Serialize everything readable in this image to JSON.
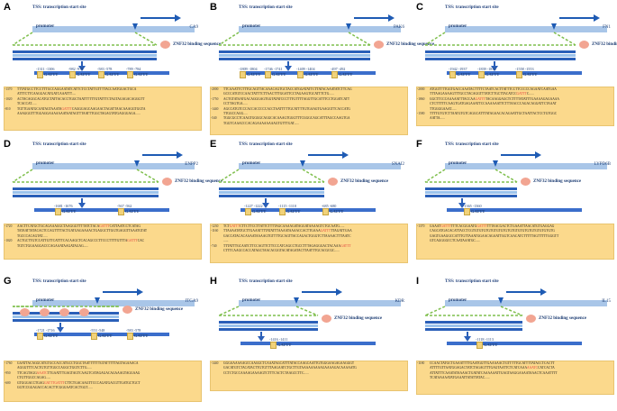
{
  "tss_title": "TSS: transcription start site",
  "promoter_label": "promoter",
  "znf_label": "ZNF32 binding sequence",
  "motif": "GATTT",
  "colors": {
    "dna_dark": "#2a5fb8",
    "dna_light": "#9cc3ec",
    "seq_box": "#fbd98c",
    "highlight": "#e23a3a",
    "znf": "#f2a592",
    "green": "#7fbf4d"
  },
  "panels": [
    {
      "label": "A",
      "gene": "CA9",
      "sites": [
        {
          "range": "-1311  -1306"
        },
        {
          "range": "-982  -978"
        },
        {
          "range": "-583  -578"
        },
        {
          "range": "-789  -784"
        }
      ],
      "seq": [
        {
          "pos": "-1370",
          "text": "TTTATGCCTTCCTTTGCCAGGAATATCATTCTCCTATTGTTTTACCAATGGACTGCA"
        },
        {
          "pos": "",
          "text": "ATTTCTTCAAGGACATGATCAAATTT....."
        },
        {
          "pos": "-1020",
          "text": "ACTACAGGCACATGCTATTACACCTGGCTAATTTTTTGTATTTCTAGTAGAGACAGGGTT"
        },
        {
          "pos": "",
          "text": "TCACCAT......"
        },
        {
          "pos": "-810",
          "text": "TGTTGAATGCAATAGTAAATAGATTTCAGGGAGCAAGAACTAGATTAACAAAGGTGGTA"
        },
        {
          "pos": "",
          "text": "AAAGGGTTTGGAGGAAAAAAATAATAGTTTAATTTGGCTAGAGTATGAGGGAGA......"
        }
      ]
    },
    {
      "label": "B",
      "gene": "PAK6",
      "sites": [
        {
          "range": "-1809  -1804"
        },
        {
          "range": "-1746  -1741"
        },
        {
          "range": "-1409  -1404"
        },
        {
          "range": "-497  -492"
        }
      ],
      "seq": [
        {
          "pos": "-2000",
          "text": "TTCAAATTCTTTGCAGTTACAAACAGTGCTACCATGGATATTCTTATACAAATATCTTCAG"
        },
        {
          "pos": "",
          "text": "GCCCATGTCCAACTATTTCTTAACTTTGGATTCCTAGAAGTGCATTTCTG......"
        },
        {
          "pos": "-1750",
          "text": "ACTGTATAATGACAGGGAGTGGTATATCCCTTTGTTTTAGGTTGCATTTCCTGGATCATT"
        },
        {
          "pos": "",
          "text": "CCTTAGTGA......"
        },
        {
          "pos": "-1440",
          "text": "AGCCATGTCCCACCACCCCCACCTAATTTTTGCATTTTGTGAAGTGAAGGTTCACCATG"
        },
        {
          "pos": "",
          "text": "TTGGCCAGG....."
        },
        {
          "pos": "-540",
          "text": "TGGCGCCTCAAGTGGGGCAGGCACAAAGTGGGTTTCGGGCAGCATTTAGCCAAGTGA"
        },
        {
          "pos": "",
          "text": "TGGTCAAACCCACAGAAAAAAAAGTGTTTGAT......"
        }
      ]
    },
    {
      "label": "C",
      "gene": "FN1",
      "sites": [
        {
          "range": "-1942  -1937"
        },
        {
          "range": "-1839  -1834"
        },
        {
          "range": "-1558  -1553"
        }
      ],
      "seq": [
        {
          "pos": "-2000",
          "text": "ATGGTTTTGGTGACCAAATACTTTTCTAATCACTTATTTCCTTCCCCCAGAATCAATGAA"
        },
        {
          "pos": "",
          "text": "TTTAAGAAAAGTTTGCCTACAGGTTTATCTTGCTTACATCCGATTTC......"
        },
        {
          "pos": "-1860",
          "text": "GGCTTCCCAAAAATTTACCAAGATTTTACAAGGAGCTCTTTTATATTTGAAAAGAGAAAA"
        },
        {
          "pos": "",
          "text": "CTCTTTTTCAAGTGATGAGAAATTCCAAAAAATTCTTTAACCCAGACAGGATTCTAAAT"
        },
        {
          "pos": "",
          "text": "TTGGGGAAAT......"
        },
        {
          "pos": "-1580",
          "text": "TTTTGTGTCTTAATGTGTCAGGCATTTATAGAACACAGAATTGCTAATTACTCCTGTGGC"
        },
        {
          "pos": "",
          "text": "AATTA......"
        }
      ]
    },
    {
      "label": "D",
      "gene": "ENPP2",
      "sites": [
        {
          "range": "-1681  -1676"
        },
        {
          "range": "-567  -562"
        }
      ],
      "seq": [
        {
          "pos": "-1720",
          "text": "AACTTCATGCTGCAGAAAGGCTAAGGGTTTTATCTACAGATTTCATTAATCCTCATAG"
        },
        {
          "pos": "",
          "text": "TATAATTATACACTCCAGTTTTACTGATGAGAAAACTGAGGCTTGGTGAGGTTAAATGTAT"
        },
        {
          "pos": "",
          "text": "TGCCCACAGTAT......"
        },
        {
          "pos": "-1020",
          "text": "ACTGCTTGTCCATTGTTCATTTCACAAGCTCACAGCCCTTCCCTTTTGTTTAGATTTCAC"
        },
        {
          "pos": "",
          "text": "TGTCTGGAAGGACCCAGAAATAAGATAGAG......"
        }
      ]
    },
    {
      "label": "E",
      "gene": "SNAI2",
      "sites": [
        {
          "range": "-1227  -1222"
        },
        {
          "range": "-1115  -1110"
        },
        {
          "range": "-685  -680"
        }
      ],
      "seq": [
        {
          "pos": "-1230",
          "text": "TCTGATTTCTTCTTCCTTATTCTTTTAGCAAAAGATAGGATAAAAGTCTGCAATG......"
        },
        {
          "pos": "-1160",
          "text": "TTAAAATATGCTTGAAATTTTATATTTAAAATAAAACCACTTGAAAGATTTTTAGATTGAA"
        },
        {
          "pos": "",
          "text": "GACCATACACAAAATAAAAGTGTTTTGCAGTTACCAGACTGGGTCTTAAAACTTTAATC"
        },
        {
          "pos": "",
          "text": "......"
        },
        {
          "pos": "-740",
          "text": "TTTATTTGCAATCTTCCAGTTCTTCCCATCAGCCTGCCTTTAGAGGGACTACAAAGATTT"
        },
        {
          "pos": "",
          "text": "CTTTCAAGCCACCATAGCTAACACGGTACATAGATACTTAATTTGCACGCGC......"
        }
      ]
    },
    {
      "label": "F",
      "gene": "LYPD6B",
      "sites": [
        {
          "range": "-1365  -1360"
        }
      ],
      "seq": [
        {
          "pos": "-1370",
          "text": "GAAATGATTTTTTCACGGAATGGATTTTTTAACGACTCTGAAATTAACATGTGAGGAG"
        },
        {
          "pos": "",
          "text": "CAGCATGACACATTACCTCGTGTGTGTGTGTGTGTGTGTGTGTGTGTGTGTGTGTGTG"
        },
        {
          "pos": "",
          "text": "GAGTGAAGGCCATTTGTTAAATGGAACAGAATTGGTCAACATCTTTTTAGTTTTTGGGTT"
        },
        {
          "pos": "",
          "text": "GTCAGGGGCCTCAATAAATGC......"
        }
      ]
    },
    {
      "label": "G",
      "gene": "ITGA9",
      "sites": [
        {
          "range": "-1721  -1716"
        },
        {
          "range": "-553  -548"
        },
        {
          "range": "-583  -578"
        }
      ],
      "seq": [
        {
          "pos": "-1760",
          "text": "GAATTACAGGCATGTGCCACCATGCCTGGCTAATTTTTTGTATTTTTAGTAGAAACA"
        },
        {
          "pos": "",
          "text": "AGGGTTTCACTGTGTTGGCCAGGCTGGTCTTG......"
        },
        {
          "pos": "-950",
          "text": "TTCAGTAGGAAATCTTGAATTTGAGTAGTCAAGTCATAGAGACAGAAAGTAGGAAG"
        },
        {
          "pos": "",
          "text": "CTGTTGGCCAGAG......"
        },
        {
          "pos": "-600",
          "text": "GTGGGACCTGAGGATTTGATTTCTTCTGACAAGTTCCCAGATGACGTTGATGCTGCT"
        },
        {
          "pos": "",
          "text": "GGTCCGGAGACCACACTTCGGGAATCACTGGT......"
        }
      ]
    },
    {
      "label": "H",
      "gene": "KDR",
      "sites": [
        {
          "range": "-1416  -1411"
        }
      ],
      "seq": [
        {
          "pos": "-1440",
          "text": "GGGAAAAAAGCCAAGGCTCAAATAGCATTTATACCAAGCAATTGTGGGAAGAGAAGGGT"
        },
        {
          "pos": "",
          "text": "GACATGTCTACATACTTGTGTTTAAGAATCTGCTTGTAAAAAAAAAGAAAAGACAAAAATG"
        },
        {
          "pos": "",
          "text": "CCTCTGCCAAAAGAAAAGTCTTTCACTCTAAGCCTTC......"
        }
      ]
    },
    {
      "label": "I",
      "gene": "IL15",
      "sites": [
        {
          "range": "-1118  -1113"
        }
      ],
      "seq": [
        {
          "pos": "-1180",
          "text": "CCAACTATGCTGAAATTTTGAATGGTTGAAAAACTGTTTTTGCATTTTATACCTCACTT"
        },
        {
          "pos": "",
          "text": "ATTTTGTTAATGGAGACTATCTAGAGTTTGAGTAATTCTCATCAAAAAATCCATCACTA"
        },
        {
          "pos": "",
          "text": "ATTATTTCAAATATAAAACTGATATCAAAAAATTGAGTAAGGAAAATAAACTCAAATTTT"
        },
        {
          "pos": "",
          "text": "TCATAAAAATATGAAATTATATTATAC......"
        }
      ]
    }
  ]
}
